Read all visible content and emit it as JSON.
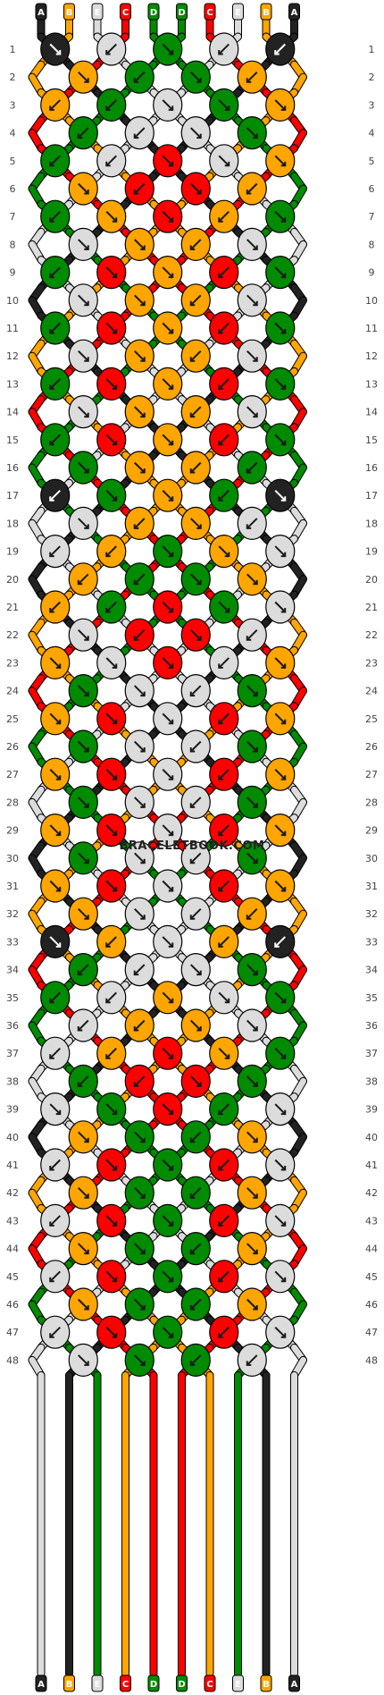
{
  "watermark": "BRACELETBOOK.COM",
  "colors": {
    "A": "#222222",
    "B": "#ffa500",
    "C": "#ff0000",
    "D": "#008b00",
    "E": "#dcdcdc"
  },
  "arrow_color": "#1a1a1a",
  "top_strands": [
    "A",
    "B",
    "E",
    "C",
    "D",
    "D",
    "C",
    "E",
    "B",
    "A"
  ],
  "bottom_strands": [
    "A",
    "B",
    "E",
    "C",
    "D",
    "D",
    "C",
    "E",
    "B",
    "A"
  ],
  "row_count": 48,
  "row_numbers": [
    "1",
    "2",
    "3",
    "4",
    "5",
    "6",
    "7",
    "8",
    "9",
    "10",
    "11",
    "12",
    "13",
    "14",
    "15",
    "16",
    "17",
    "18",
    "19",
    "20",
    "21",
    "22",
    "23",
    "24",
    "25",
    "26",
    "27",
    "28",
    "29",
    "30",
    "31",
    "32",
    "33",
    "34",
    "35",
    "36",
    "37",
    "38",
    "39",
    "40",
    "41",
    "42",
    "43",
    "44",
    "45",
    "46",
    "47",
    "48"
  ],
  "knot_rows": [
    [
      [
        "A",
        "dr"
      ],
      [
        "E",
        "dl"
      ],
      [
        "D",
        "dr"
      ],
      [
        "E",
        "dl"
      ],
      [
        "A",
        "dl"
      ]
    ],
    [
      [
        "B",
        "dr"
      ],
      [
        "D",
        "dl"
      ],
      [
        "D",
        "dr"
      ],
      [
        "B",
        "dl"
      ]
    ],
    [
      [
        "B",
        "dl"
      ],
      [
        "D",
        "dl"
      ],
      [
        "E",
        "dr"
      ],
      [
        "D",
        "dr"
      ],
      [
        "B",
        "dr"
      ]
    ],
    [
      [
        "D",
        "dl"
      ],
      [
        "E",
        "dl"
      ],
      [
        "E",
        "dr"
      ],
      [
        "D",
        "dr"
      ]
    ],
    [
      [
        "D",
        "dl"
      ],
      [
        "E",
        "dl"
      ],
      [
        "C",
        "dr"
      ],
      [
        "E",
        "dr"
      ],
      [
        "B",
        "dr"
      ]
    ],
    [
      [
        "B",
        "dr"
      ],
      [
        "C",
        "dl"
      ],
      [
        "C",
        "dr"
      ],
      [
        "B",
        "dl"
      ]
    ],
    [
      [
        "D",
        "dl"
      ],
      [
        "B",
        "dr"
      ],
      [
        "C",
        "dr"
      ],
      [
        "B",
        "dl"
      ],
      [
        "D",
        "dr"
      ]
    ],
    [
      [
        "E",
        "dr"
      ],
      [
        "B",
        "dr"
      ],
      [
        "B",
        "dl"
      ],
      [
        "E",
        "dr"
      ]
    ],
    [
      [
        "D",
        "dl"
      ],
      [
        "C",
        "dr"
      ],
      [
        "B",
        "dr"
      ],
      [
        "C",
        "dl"
      ],
      [
        "D",
        "dr"
      ]
    ],
    [
      [
        "E",
        "dr"
      ],
      [
        "B",
        "dr"
      ],
      [
        "B",
        "dl"
      ],
      [
        "E",
        "dr"
      ]
    ],
    [
      [
        "D",
        "dl"
      ],
      [
        "C",
        "dr"
      ],
      [
        "B",
        "dr"
      ],
      [
        "C",
        "dl"
      ],
      [
        "D",
        "dr"
      ]
    ],
    [
      [
        "E",
        "dr"
      ],
      [
        "B",
        "dr"
      ],
      [
        "B",
        "dl"
      ],
      [
        "E",
        "dr"
      ]
    ],
    [
      [
        "D",
        "dl"
      ],
      [
        "C",
        "dr"
      ],
      [
        "B",
        "dr"
      ],
      [
        "C",
        "dl"
      ],
      [
        "D",
        "dr"
      ]
    ],
    [
      [
        "E",
        "dr"
      ],
      [
        "B",
        "dr"
      ],
      [
        "B",
        "dl"
      ],
      [
        "E",
        "dr"
      ]
    ],
    [
      [
        "D",
        "dl"
      ],
      [
        "C",
        "dr"
      ],
      [
        "B",
        "dr"
      ],
      [
        "C",
        "dl"
      ],
      [
        "D",
        "dr"
      ]
    ],
    [
      [
        "D",
        "dr"
      ],
      [
        "B",
        "dr"
      ],
      [
        "B",
        "dl"
      ],
      [
        "D",
        "dl"
      ]
    ],
    [
      [
        "A",
        "dl"
      ],
      [
        "D",
        "dr"
      ],
      [
        "B",
        "dr"
      ],
      [
        "D",
        "dl"
      ],
      [
        "A",
        "dr"
      ]
    ],
    [
      [
        "E",
        "dr"
      ],
      [
        "B",
        "dl"
      ],
      [
        "B",
        "dr"
      ],
      [
        "E",
        "dl"
      ]
    ],
    [
      [
        "E",
        "dl"
      ],
      [
        "B",
        "dl"
      ],
      [
        "D",
        "dr"
      ],
      [
        "B",
        "dr"
      ],
      [
        "E",
        "dr"
      ]
    ],
    [
      [
        "B",
        "dl"
      ],
      [
        "D",
        "dl"
      ],
      [
        "D",
        "dr"
      ],
      [
        "B",
        "dr"
      ]
    ],
    [
      [
        "B",
        "dl"
      ],
      [
        "D",
        "dl"
      ],
      [
        "C",
        "dr"
      ],
      [
        "D",
        "dr"
      ],
      [
        "E",
        "dr"
      ]
    ],
    [
      [
        "E",
        "dr"
      ],
      [
        "C",
        "dl"
      ],
      [
        "C",
        "dr"
      ],
      [
        "E",
        "dl"
      ]
    ],
    [
      [
        "B",
        "dr"
      ],
      [
        "E",
        "dr"
      ],
      [
        "C",
        "dr"
      ],
      [
        "E",
        "dl"
      ],
      [
        "B",
        "dr"
      ]
    ],
    [
      [
        "D",
        "dr"
      ],
      [
        "E",
        "dr"
      ],
      [
        "E",
        "dl"
      ],
      [
        "D",
        "dr"
      ]
    ],
    [
      [
        "B",
        "dr"
      ],
      [
        "C",
        "dr"
      ],
      [
        "E",
        "dr"
      ],
      [
        "C",
        "dl"
      ],
      [
        "B",
        "dr"
      ]
    ],
    [
      [
        "D",
        "dr"
      ],
      [
        "E",
        "dr"
      ],
      [
        "E",
        "dl"
      ],
      [
        "D",
        "dr"
      ]
    ],
    [
      [
        "B",
        "dr"
      ],
      [
        "C",
        "dr"
      ],
      [
        "E",
        "dr"
      ],
      [
        "C",
        "dl"
      ],
      [
        "B",
        "dr"
      ]
    ],
    [
      [
        "D",
        "dr"
      ],
      [
        "E",
        "dr"
      ],
      [
        "E",
        "dl"
      ],
      [
        "D",
        "dr"
      ]
    ],
    [
      [
        "B",
        "dr"
      ],
      [
        "C",
        "dr"
      ],
      [
        "E",
        "dr"
      ],
      [
        "C",
        "dl"
      ],
      [
        "B",
        "dr"
      ]
    ],
    [
      [
        "D",
        "dr"
      ],
      [
        "E",
        "dr"
      ],
      [
        "E",
        "dl"
      ],
      [
        "D",
        "dr"
      ]
    ],
    [
      [
        "B",
        "dr"
      ],
      [
        "C",
        "dr"
      ],
      [
        "E",
        "dr"
      ],
      [
        "C",
        "dl"
      ],
      [
        "B",
        "dr"
      ]
    ],
    [
      [
        "B",
        "dr"
      ],
      [
        "E",
        "dr"
      ],
      [
        "E",
        "dl"
      ],
      [
        "B",
        "dl"
      ]
    ],
    [
      [
        "A",
        "dr"
      ],
      [
        "B",
        "dl"
      ],
      [
        "E",
        "dr"
      ],
      [
        "B",
        "dl"
      ],
      [
        "A",
        "dl"
      ]
    ],
    [
      [
        "D",
        "dl"
      ],
      [
        "E",
        "dl"
      ],
      [
        "E",
        "dr"
      ],
      [
        "D",
        "dr"
      ]
    ],
    [
      [
        "D",
        "dl"
      ],
      [
        "E",
        "dl"
      ],
      [
        "B",
        "dr"
      ],
      [
        "E",
        "dr"
      ],
      [
        "D",
        "dr"
      ]
    ],
    [
      [
        "E",
        "dl"
      ],
      [
        "B",
        "dl"
      ],
      [
        "B",
        "dr"
      ],
      [
        "E",
        "dr"
      ]
    ],
    [
      [
        "E",
        "dl"
      ],
      [
        "B",
        "dl"
      ],
      [
        "C",
        "dr"
      ],
      [
        "B",
        "dr"
      ],
      [
        "D",
        "dr"
      ]
    ],
    [
      [
        "D",
        "dl"
      ],
      [
        "C",
        "dl"
      ],
      [
        "C",
        "dr"
      ],
      [
        "D",
        "dr"
      ]
    ],
    [
      [
        "E",
        "dr"
      ],
      [
        "D",
        "dr"
      ],
      [
        "C",
        "dr"
      ],
      [
        "D",
        "dl"
      ],
      [
        "E",
        "dr"
      ]
    ],
    [
      [
        "B",
        "dr"
      ],
      [
        "D",
        "dr"
      ],
      [
        "D",
        "dl"
      ],
      [
        "B",
        "dr"
      ]
    ],
    [
      [
        "E",
        "dl"
      ],
      [
        "C",
        "dr"
      ],
      [
        "D",
        "dr"
      ],
      [
        "C",
        "dl"
      ],
      [
        "E",
        "dr"
      ]
    ],
    [
      [
        "B",
        "dr"
      ],
      [
        "D",
        "dr"
      ],
      [
        "D",
        "dl"
      ],
      [
        "B",
        "dr"
      ]
    ],
    [
      [
        "E",
        "dl"
      ],
      [
        "C",
        "dr"
      ],
      [
        "D",
        "dr"
      ],
      [
        "C",
        "dl"
      ],
      [
        "E",
        "dr"
      ]
    ],
    [
      [
        "B",
        "dr"
      ],
      [
        "D",
        "dr"
      ],
      [
        "D",
        "dl"
      ],
      [
        "B",
        "dr"
      ]
    ],
    [
      [
        "E",
        "dl"
      ],
      [
        "C",
        "dr"
      ],
      [
        "D",
        "dr"
      ],
      [
        "C",
        "dl"
      ],
      [
        "E",
        "dr"
      ]
    ],
    [
      [
        "B",
        "dr"
      ],
      [
        "D",
        "dr"
      ],
      [
        "D",
        "dl"
      ],
      [
        "B",
        "dr"
      ]
    ],
    [
      [
        "E",
        "dl"
      ],
      [
        "C",
        "dr"
      ],
      [
        "D",
        "dr"
      ],
      [
        "C",
        "dl"
      ],
      [
        "E",
        "dr"
      ]
    ],
    [
      [
        "E",
        "dr"
      ],
      [
        "D",
        "dr"
      ],
      [
        "D",
        "dl"
      ],
      [
        "E",
        "dl"
      ]
    ]
  ]
}
